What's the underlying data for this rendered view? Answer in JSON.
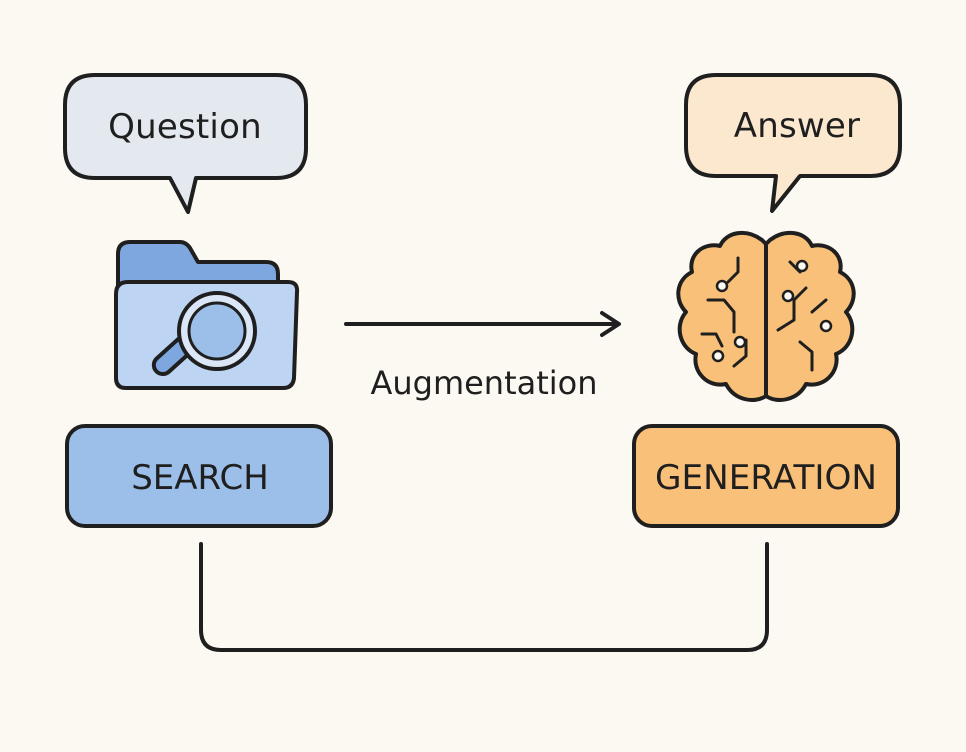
{
  "diagram": {
    "question_bubble": {
      "label": "Question",
      "fill": "#e4e9ef"
    },
    "answer_bubble": {
      "label": "Answer",
      "fill": "#fbe8cf"
    },
    "search_box": {
      "label": "SEARCH",
      "fill": "#9cbfe9"
    },
    "generation_box": {
      "label": "GENERATION",
      "fill": "#f9c07a"
    },
    "arrow": {
      "label": "Augmentation"
    },
    "icons": {
      "search": "folder-magnifier-icon",
      "generation": "circuit-brain-icon"
    },
    "colors": {
      "outline": "#1f1f1f",
      "background": "#fcf9f3",
      "folder_back": "#7ea6df",
      "folder_front": "#bdd4f3",
      "brain": "#f8c078"
    }
  }
}
